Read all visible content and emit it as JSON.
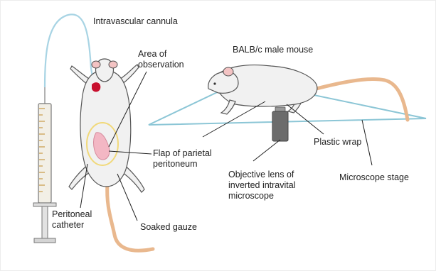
{
  "labels": {
    "intravascular_cannula": "Intravascular cannula",
    "area_of_observation": "Area of\nobservation",
    "flap_of_parietal_peritoneum": "Flap of parietal\nperitoneum",
    "peritoneal_catheter": "Peritoneal\ncatheter",
    "soaked_gauze": "Soaked gauze",
    "mouse_strain": "BALB/c male mouse",
    "objective_lens": "Objective lens of\ninverted intravital\nmicroscope",
    "plastic_wrap": "Plastic wrap",
    "microscope_stage": "Microscope stage"
  },
  "colors": {
    "mouse_fill": "#f1f1f1",
    "mouse_outline": "#555555",
    "tail": "#e9b88e",
    "ear": "#f3c3c3",
    "cannula_line": "#a8d4e4",
    "stage_outline": "#8cc6d6",
    "observation_area": "#f1d97a",
    "blood_wound": "#c8102e",
    "lens_body": "#6c6c6c",
    "syringe_barrel": "#f2efe6",
    "syringe_marks": "#c99b46",
    "leader_line": "#222222"
  }
}
